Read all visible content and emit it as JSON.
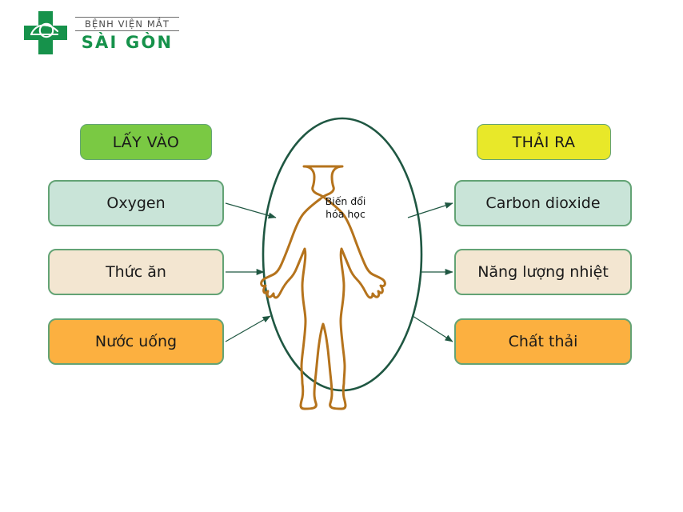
{
  "logo": {
    "name": "benh-vien-mat-sai-gon",
    "line1": "BỆNH VIỆN MẮT",
    "line2": "SÀI GÒN",
    "mark_icon": "eye-in-cross-icon",
    "mark_color": "#16924b",
    "text_color": "#4a4a4a",
    "brand_color": "#16924b"
  },
  "diagram": {
    "type": "process-flow",
    "headers": {
      "intake": {
        "label": "LẤY VÀO",
        "color": "#7ac943"
      },
      "output": {
        "label": "THẢI RA",
        "color": "#e8e829"
      }
    },
    "center": {
      "figure_icon": "human-body-outline-icon",
      "figure_color": "#b5731c",
      "ellipse_color": "#1f5742",
      "label_line1": "Biến đổi",
      "label_line2": "hóa học"
    },
    "inputs": [
      {
        "label": "Oxygen",
        "color": "#c9e4d8"
      },
      {
        "label": "Thức ăn",
        "color": "#f3e6d1"
      },
      {
        "label": "Nước uống",
        "color": "#fcb040"
      }
    ],
    "outputs": [
      {
        "label": "Carbon dioxide",
        "color": "#c9e4d8"
      },
      {
        "label": "Năng lượng nhiệt",
        "color": "#f3e6d1"
      },
      {
        "label": "Chất thải",
        "color": "#fcb040"
      }
    ],
    "arrow_color": "#1f5742",
    "border_color": "#63a375",
    "background": "#ffffff"
  }
}
